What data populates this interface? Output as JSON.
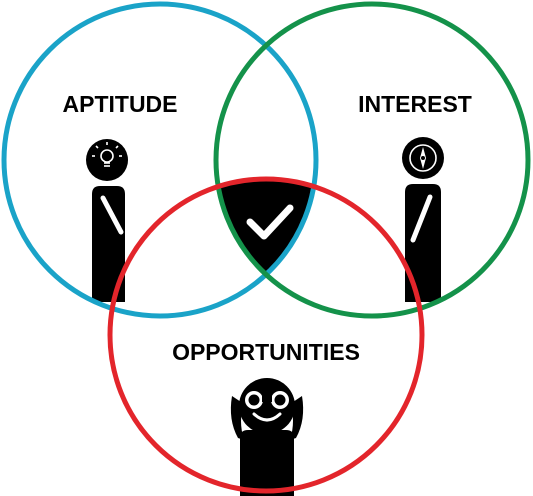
{
  "diagram": {
    "sets": [
      {
        "key": "aptitude",
        "label": "APTITUDE",
        "color": "#1aa3c8",
        "icon": "lightbulb-icon"
      },
      {
        "key": "interest",
        "label": "INTEREST",
        "color": "#14924a",
        "icon": "compass-icon"
      },
      {
        "key": "opportunities",
        "label": "OPPORTUNITIES",
        "color": "#e3252b",
        "icon": "binoculars-icon"
      }
    ],
    "center": {
      "icon": "checkmark-icon",
      "fill": "#000000"
    }
  }
}
